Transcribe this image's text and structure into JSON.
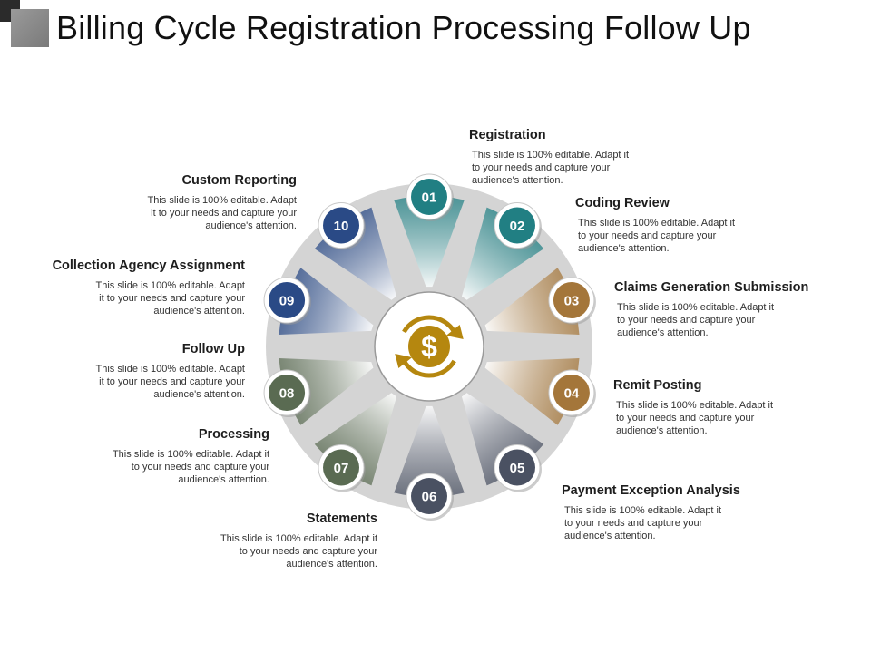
{
  "title": "Billing Cycle Registration Processing Follow Up",
  "center_icon": "dollar-refresh-icon",
  "colors": {
    "gold": "#b5870f",
    "ring": "#d4d4d4"
  },
  "description": "This slide is 100% editable. Adapt it to your needs and capture your audience's attention.",
  "steps": [
    {
      "num": "01",
      "label": "Registration",
      "desc_lines": [
        "This slide is 100% editable. Adapt it",
        "to your needs and capture your",
        "audience's attention."
      ],
      "color": "#217f83"
    },
    {
      "num": "02",
      "label": "Coding Review",
      "desc_lines": [
        "This slide is 100% editable. Adapt it",
        "to your needs and capture your",
        "audience's attention."
      ],
      "color": "#217f83"
    },
    {
      "num": "03",
      "label": "Claims Generation Submission",
      "desc_lines": [
        "This slide is 100% editable. Adapt it",
        "to your needs and capture your",
        "audience's attention."
      ],
      "color": "#a4763a"
    },
    {
      "num": "04",
      "label": "Remit Posting",
      "desc_lines": [
        "This slide is 100% editable. Adapt it",
        "to your needs and capture your",
        "audience's attention."
      ],
      "color": "#a4763a"
    },
    {
      "num": "05",
      "label": "Payment Exception Analysis",
      "desc_lines": [
        "This slide is 100% editable. Adapt it",
        "to your needs and capture your",
        "audience's attention."
      ],
      "color": "#4a5162"
    },
    {
      "num": "06",
      "label": "Statements",
      "desc_lines": [
        "This slide is 100% editable. Adapt it",
        "to your needs and capture your",
        "audience's attention."
      ],
      "color": "#4a5162"
    },
    {
      "num": "07",
      "label": "Processing",
      "desc_lines": [
        "This slide is 100% editable. Adapt it",
        "to your needs and capture your",
        "audience's attention."
      ],
      "color": "#5a6b52"
    },
    {
      "num": "08",
      "label": "Follow Up",
      "desc_lines": [
        "This slide is 100% editable. Adapt",
        "it to your needs and capture your",
        "audience's attention."
      ],
      "color": "#5a6b52"
    },
    {
      "num": "09",
      "label": "Collection Agency Assignment",
      "desc_lines": [
        "This slide is 100% editable. Adapt",
        "it to your needs and capture your",
        "audience's attention."
      ],
      "color": "#2a4a86"
    },
    {
      "num": "10",
      "label": "Custom Reporting",
      "desc_lines": [
        "This slide is 100% editable. Adapt",
        "it to your needs and capture your",
        "audience's attention."
      ],
      "color": "#2a4a86"
    }
  ]
}
